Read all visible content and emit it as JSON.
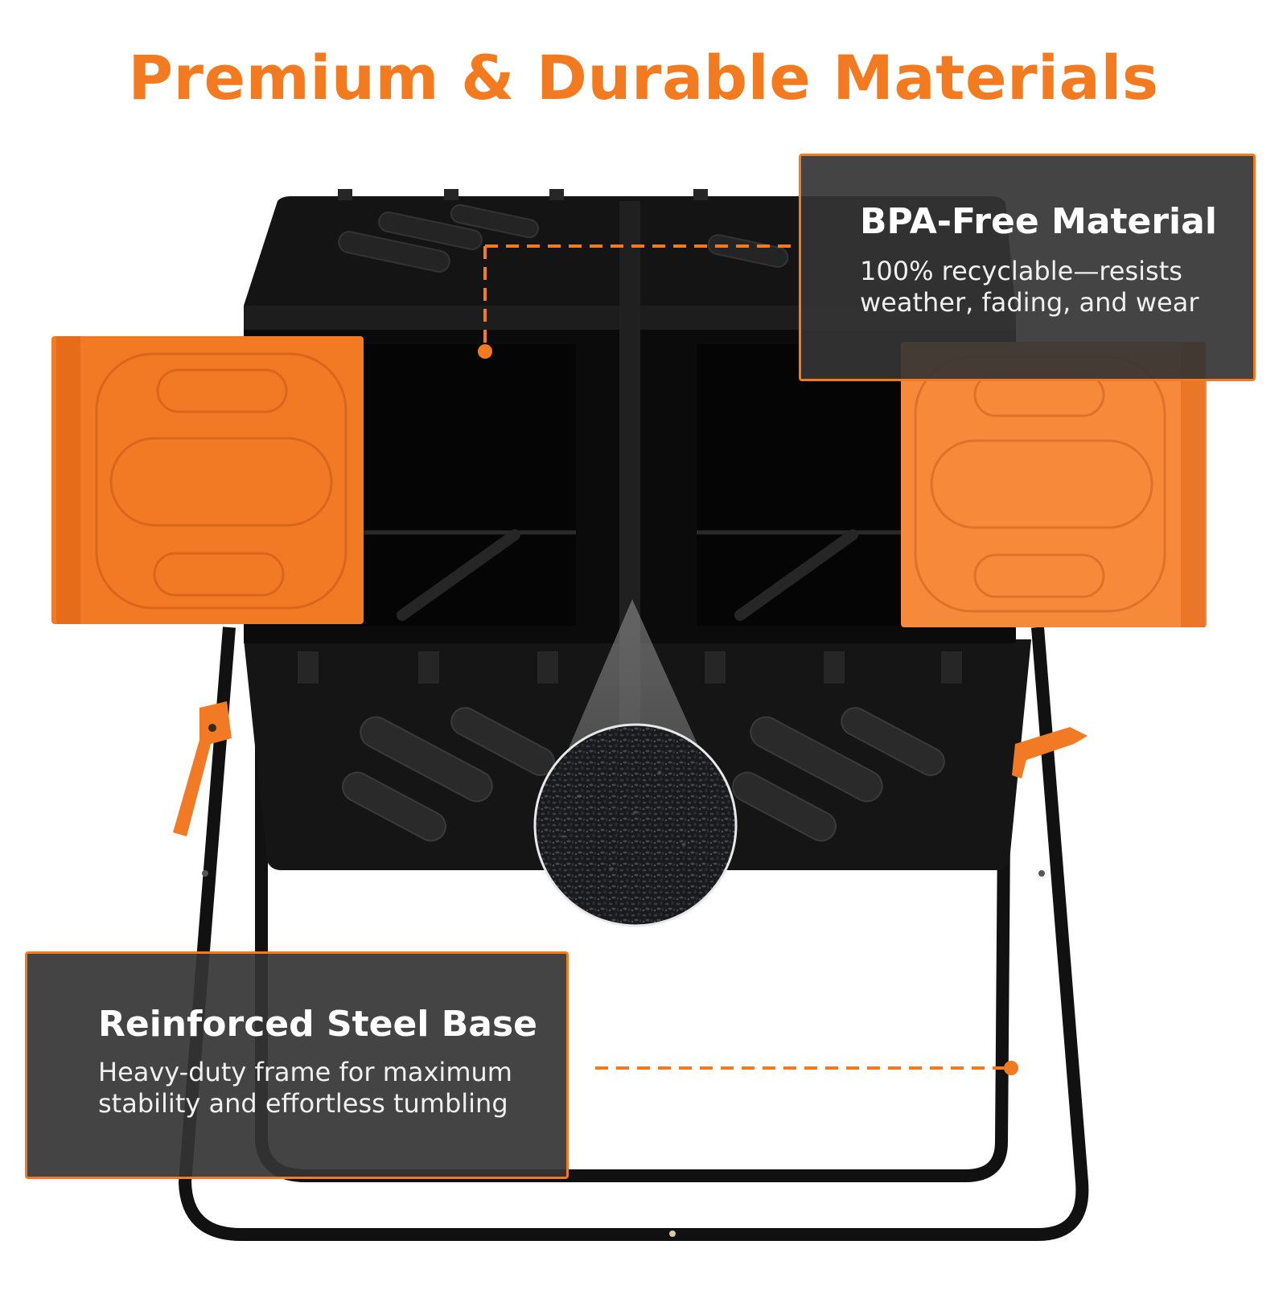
{
  "headline": "Premium & Durable Materials",
  "callouts": {
    "material": {
      "title": "BPA-Free Material",
      "body": "100% recyclable—resists weather, fading, and wear"
    },
    "base": {
      "title": "Reinforced Steel Base",
      "body": "Heavy-duty frame for maximum stability and effortless tumbling"
    }
  },
  "colors": {
    "accent": "#f47a20",
    "panel": "#343434",
    "bin": "#121212",
    "door": "#f68a3a"
  }
}
